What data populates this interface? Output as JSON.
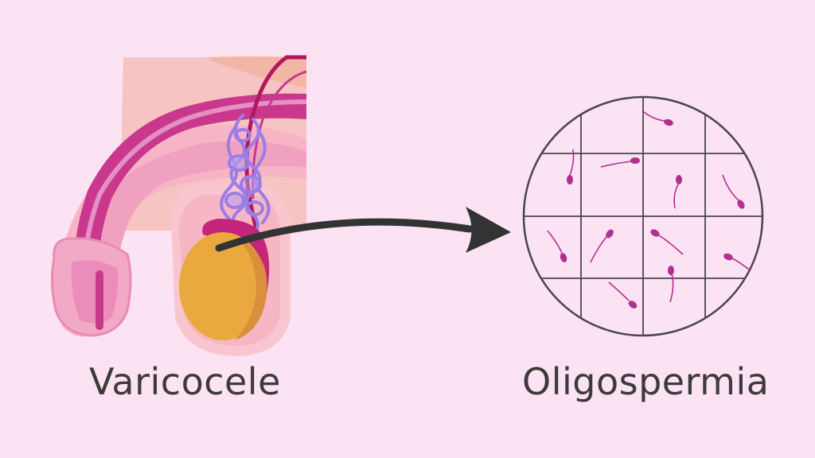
{
  "labels": {
    "left": "Varicocele",
    "right": "Oligospermia"
  },
  "colors": {
    "background": "#fbe3f4",
    "skin": "#f8b8c8",
    "skin_light": "#f5c9d3",
    "skin_tone": "#f3c0b4",
    "urethra": "#c63a8a",
    "urethra_light": "#e59ac9",
    "testis": "#e9a93f",
    "testis_shadow": "#d98f3c",
    "epididymis": "#c2257a",
    "varicose_veins": "#9b7de6",
    "artery": "#b1185e",
    "arrow": "#333333",
    "microscope_grid": "#4a4550",
    "sperm": "#b02f8f",
    "text": "#3d3a3a"
  },
  "icons": {
    "anatomy": "varicocele-anatomy-illustration",
    "arrow": "right-arrow-icon",
    "microscope_view": "microscope-field-icon",
    "sperm": "sperm-cell-icon"
  }
}
